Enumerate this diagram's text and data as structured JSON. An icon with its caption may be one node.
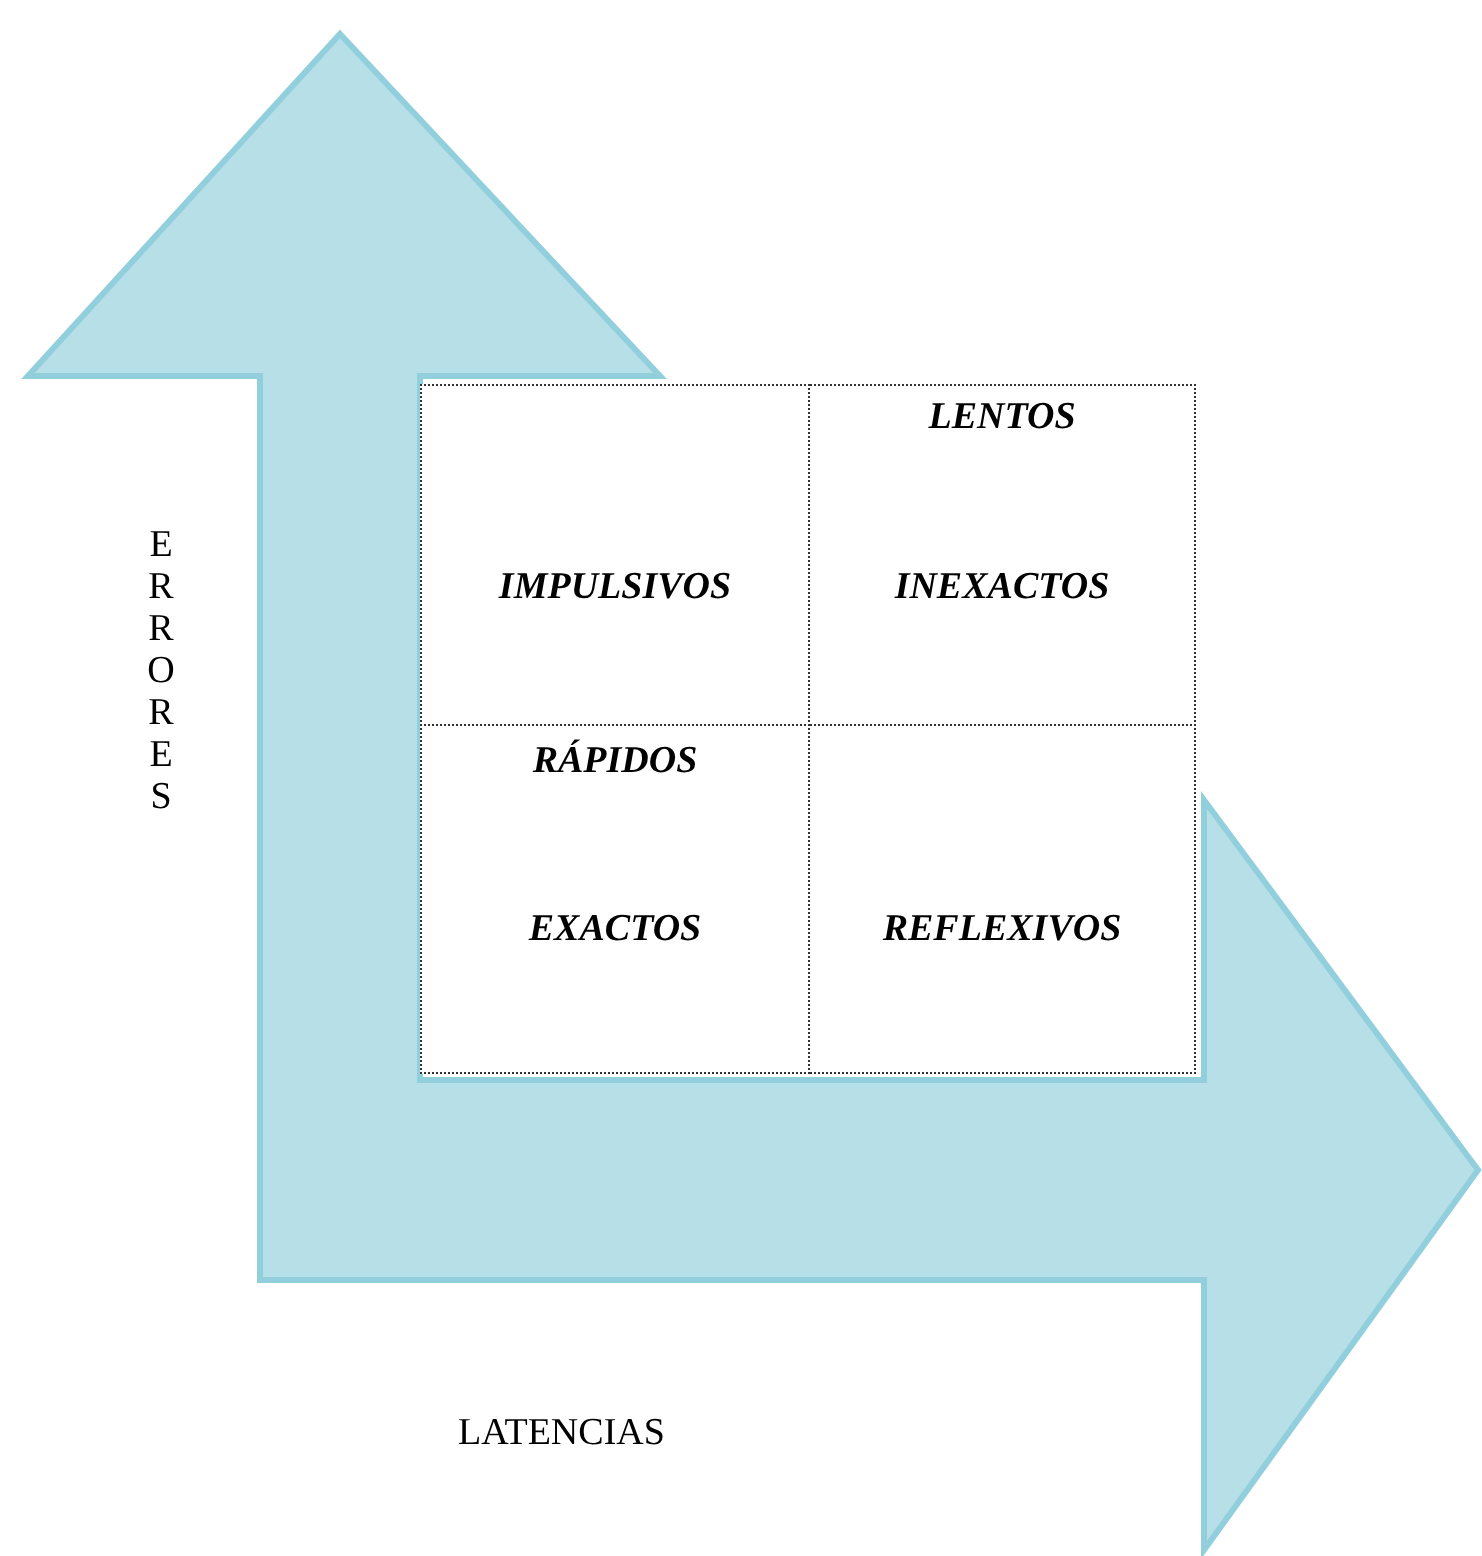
{
  "diagram": {
    "nodes": [
      {
        "text": [
          "IMPULSIVOS"
        ]
      },
      {
        "text": [
          "LENTOS",
          "INEXACTOS"
        ]
      },
      {
        "text": [
          "RÁPIDOS",
          "EXACTOS"
        ]
      },
      {
        "text": [
          "REFLEXIVOS"
        ]
      }
    ],
    "labels": [
      "ERRORES",
      "LATENCIAS"
    ]
  }
}
